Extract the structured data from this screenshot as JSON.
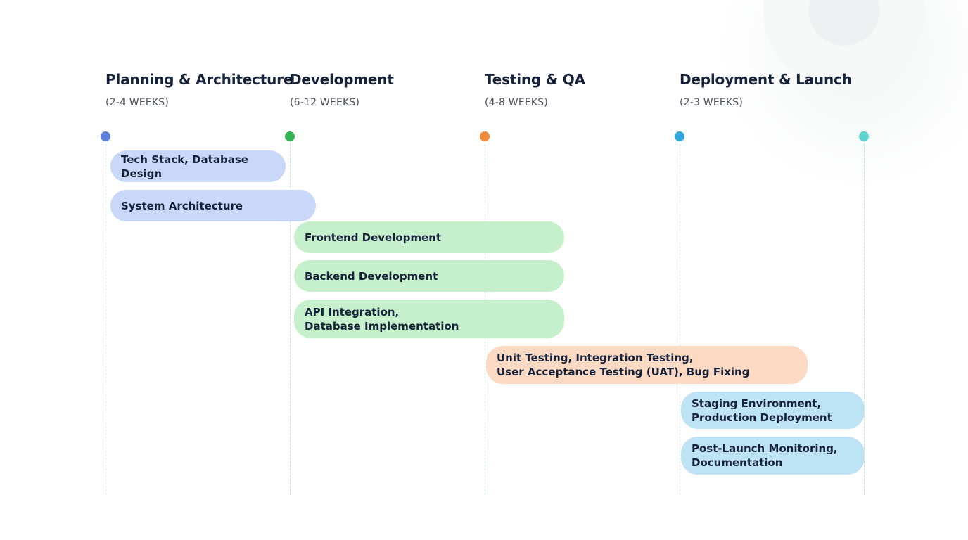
{
  "phases": [
    {
      "title": "Planning & Architecture",
      "duration": "(2-4 WEEKS)",
      "color": "#5b7fd9"
    },
    {
      "title": "Development",
      "duration": "(6-12 WEEKS)",
      "color": "#34b356"
    },
    {
      "title": "Testing & QA",
      "duration": "(4-8 WEEKS)",
      "color": "#ee8a3a"
    },
    {
      "title": "Deployment & Launch",
      "duration": "(2-3 WEEKS)",
      "color": "#2fa5d8"
    }
  ],
  "end_marker_color": "#5fd1cf",
  "tasks": [
    {
      "label": "Tech Stack, Database Design",
      "phase": "Planning & Architecture"
    },
    {
      "label": "System Architecture",
      "phase": "Planning & Architecture"
    },
    {
      "label": "Frontend Development",
      "phase": "Development"
    },
    {
      "label": "Backend Development",
      "phase": "Development"
    },
    {
      "label": "API Integration,\nDatabase Implementation",
      "phase": "Development"
    },
    {
      "label": "Unit Testing, Integration Testing,\nUser Acceptance Testing (UAT), Bug Fixing",
      "phase": "Testing & QA"
    },
    {
      "label": "Staging Environment,\nProduction Deployment",
      "phase": "Deployment & Launch"
    },
    {
      "label": "Post-Launch Monitoring,\nDocumentation",
      "phase": "Deployment & Launch"
    }
  ]
}
